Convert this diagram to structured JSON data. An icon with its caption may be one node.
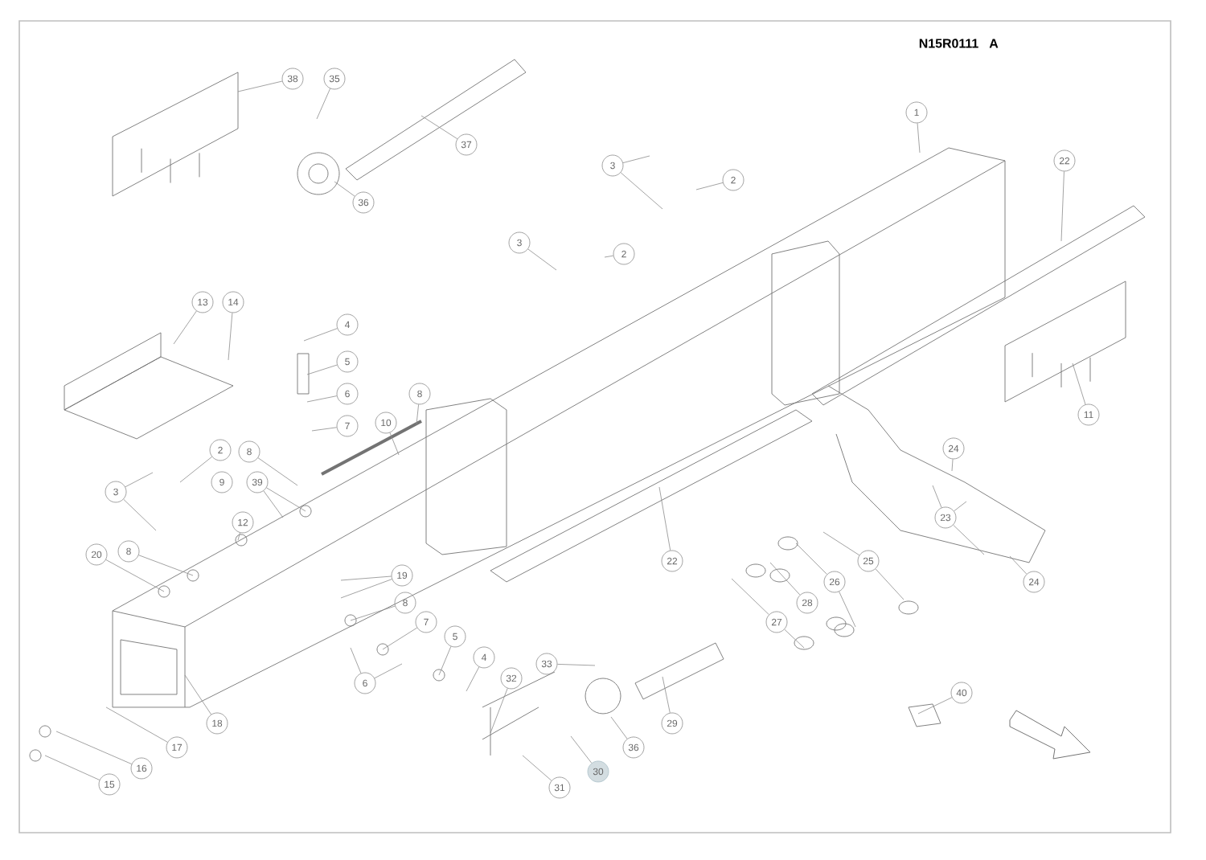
{
  "diagram": {
    "nodes": [
      {
        "text": [
          "38"
        ]
      },
      {
        "text": [
          "35"
        ]
      },
      {
        "text": [
          "37"
        ]
      },
      {
        "text": [
          "36"
        ]
      },
      {
        "text": [
          "1"
        ]
      },
      {
        "text": [
          "3"
        ]
      },
      {
        "text": [
          "2"
        ]
      },
      {
        "text": [
          "3"
        ]
      },
      {
        "text": [
          "2"
        ]
      },
      {
        "text": [
          "22"
        ]
      },
      {
        "text": [
          "13"
        ]
      },
      {
        "text": [
          "14"
        ]
      },
      {
        "text": [
          "4"
        ]
      },
      {
        "text": [
          "5"
        ]
      },
      {
        "text": [
          "6"
        ]
      },
      {
        "text": [
          "7"
        ]
      },
      {
        "text": [
          "10"
        ]
      },
      {
        "text": [
          "8"
        ]
      },
      {
        "text": [
          "11"
        ]
      },
      {
        "text": [
          "2"
        ]
      },
      {
        "text": [
          "8"
        ]
      },
      {
        "text": [
          "3"
        ]
      },
      {
        "text": [
          "9"
        ]
      },
      {
        "text": [
          "39"
        ]
      },
      {
        "text": [
          "12"
        ]
      },
      {
        "text": [
          "20"
        ]
      },
      {
        "text": [
          "8"
        ]
      },
      {
        "text": [
          "19"
        ]
      },
      {
        "text": [
          "8"
        ]
      },
      {
        "text": [
          "7"
        ]
      },
      {
        "text": [
          "5"
        ]
      },
      {
        "text": [
          "4"
        ]
      },
      {
        "text": [
          "6"
        ]
      },
      {
        "text": [
          "18"
        ]
      },
      {
        "text": [
          "17"
        ]
      },
      {
        "text": [
          "16"
        ]
      },
      {
        "text": [
          "15"
        ]
      },
      {
        "text": [
          "33"
        ]
      },
      {
        "text": [
          "32"
        ]
      },
      {
        "text": [
          "31"
        ]
      },
      {
        "text": [
          "30"
        ]
      },
      {
        "text": [
          "36"
        ]
      },
      {
        "text": [
          "29"
        ]
      },
      {
        "text": [
          "22"
        ]
      },
      {
        "text": [
          "24"
        ]
      },
      {
        "text": [
          "23"
        ]
      },
      {
        "text": [
          "24"
        ]
      },
      {
        "text": [
          "25"
        ]
      },
      {
        "text": [
          "26"
        ]
      },
      {
        "text": [
          "28"
        ]
      },
      {
        "text": [
          "27"
        ]
      },
      {
        "text": [
          "40"
        ]
      }
    ],
    "edges": [
      {
        "from": 0,
        "to": null,
        "arrow": "none"
      },
      {
        "from": 1,
        "to": null,
        "arrow": "none"
      },
      {
        "from": 2,
        "to": null,
        "arrow": "none"
      },
      {
        "from": 3,
        "to": null,
        "arrow": "none"
      },
      {
        "from": 4,
        "to": null,
        "arrow": "none"
      },
      {
        "from": 5,
        "to": null,
        "arrow": "none"
      },
      {
        "from": 5,
        "to": null,
        "arrow": "none"
      },
      {
        "from": 6,
        "to": null,
        "arrow": "none"
      },
      {
        "from": 7,
        "to": null,
        "arrow": "none"
      },
      {
        "from": 8,
        "to": null,
        "arrow": "none"
      },
      {
        "from": 9,
        "to": null,
        "arrow": "none"
      },
      {
        "from": 10,
        "to": null,
        "arrow": "none"
      },
      {
        "from": 11,
        "to": null,
        "arrow": "none"
      },
      {
        "from": 12,
        "to": null,
        "arrow": "none"
      },
      {
        "from": 13,
        "to": null,
        "arrow": "none"
      },
      {
        "from": 14,
        "to": null,
        "arrow": "none"
      },
      {
        "from": 15,
        "to": null,
        "arrow": "none"
      },
      {
        "from": 16,
        "to": null,
        "arrow": "none"
      },
      {
        "from": 17,
        "to": null,
        "arrow": "none"
      },
      {
        "from": 18,
        "to": null,
        "arrow": "none"
      },
      {
        "from": 19,
        "to": null,
        "arrow": "none"
      },
      {
        "from": 20,
        "to": null,
        "arrow": "none"
      },
      {
        "from": 21,
        "to": null,
        "arrow": "none"
      },
      {
        "from": 21,
        "to": null,
        "arrow": "none"
      },
      {
        "from": 23,
        "to": null,
        "arrow": "none"
      },
      {
        "from": 23,
        "to": null,
        "arrow": "none"
      },
      {
        "from": 24,
        "to": null,
        "arrow": "none"
      },
      {
        "from": 25,
        "to": null,
        "arrow": "none"
      },
      {
        "from": 26,
        "to": null,
        "arrow": "none"
      },
      {
        "from": 27,
        "to": null,
        "arrow": "none"
      },
      {
        "from": 27,
        "to": null,
        "arrow": "none"
      },
      {
        "from": 28,
        "to": null,
        "arrow": "none"
      },
      {
        "from": 29,
        "to": null,
        "arrow": "none"
      },
      {
        "from": 30,
        "to": null,
        "arrow": "none"
      },
      {
        "from": 31,
        "to": null,
        "arrow": "none"
      },
      {
        "from": 32,
        "to": null,
        "arrow": "none"
      },
      {
        "from": 32,
        "to": null,
        "arrow": "none"
      },
      {
        "from": 33,
        "to": null,
        "arrow": "none"
      },
      {
        "from": 34,
        "to": null,
        "arrow": "none"
      },
      {
        "from": 35,
        "to": null,
        "arrow": "none"
      },
      {
        "from": 36,
        "to": null,
        "arrow": "none"
      },
      {
        "from": 37,
        "to": null,
        "arrow": "none"
      },
      {
        "from": 38,
        "to": null,
        "arrow": "none"
      },
      {
        "from": 39,
        "to": null,
        "arrow": "none"
      },
      {
        "from": 40,
        "to": null,
        "arrow": "none"
      },
      {
        "from": 41,
        "to": null,
        "arrow": "none"
      },
      {
        "from": 42,
        "to": null,
        "arrow": "none"
      },
      {
        "from": 43,
        "to": null,
        "arrow": "none"
      },
      {
        "from": 44,
        "to": null,
        "arrow": "none"
      },
      {
        "from": 45,
        "to": null,
        "arrow": "none"
      },
      {
        "from": 45,
        "to": null,
        "arrow": "none"
      },
      {
        "from": 45,
        "to": null,
        "arrow": "none"
      },
      {
        "from": 46,
        "to": null,
        "arrow": "none"
      },
      {
        "from": 47,
        "to": null,
        "arrow": "none"
      },
      {
        "from": 47,
        "to": null,
        "arrow": "none"
      },
      {
        "from": 48,
        "to": null,
        "arrow": "none"
      },
      {
        "from": 48,
        "to": null,
        "arrow": "none"
      },
      {
        "from": 49,
        "to": null,
        "arrow": "none"
      },
      {
        "from": 50,
        "to": null,
        "arrow": "none"
      },
      {
        "from": 50,
        "to": null,
        "arrow": "none"
      },
      {
        "from": 51,
        "to": null,
        "arrow": "none"
      }
    ],
    "labels": [
      "N15R0111",
      "A"
    ]
  }
}
